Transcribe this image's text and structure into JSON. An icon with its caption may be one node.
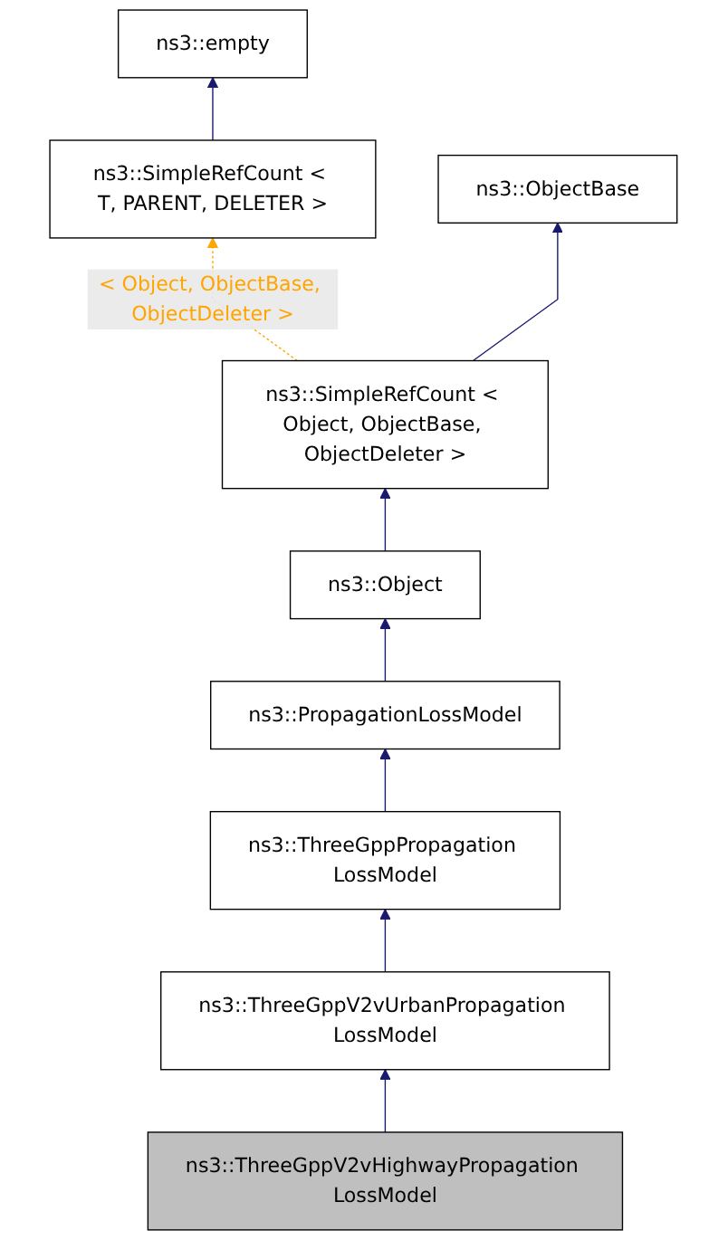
{
  "diagram": {
    "nodes": [
      {
        "text": [
          "ns3::empty"
        ]
      },
      {
        "text": [
          "ns3::SimpleRefCount < T, PARENT, DELETER >"
        ]
      },
      {
        "text": [
          "ns3::ObjectBase"
        ]
      },
      {
        "text": [
          "ns3::SimpleRefCount < Object, ObjectBase, ObjectDeleter >"
        ]
      },
      {
        "text": [
          "ns3::Object"
        ]
      },
      {
        "text": [
          "ns3::PropagationLossModel"
        ]
      },
      {
        "text": [
          "ns3::ThreeGppPropagation LossModel"
        ]
      },
      {
        "text": [
          "ns3::ThreeGppV2vUrbanPropagation LossModel"
        ]
      },
      {
        "text": [
          "ns3::ThreeGppV2vHighwayPropagation LossModel"
        ]
      }
    ],
    "edges": [
      {
        "from": 1,
        "to": 0,
        "arrow": "to"
      },
      {
        "from": 3,
        "to": 2,
        "arrow": "to"
      },
      {
        "from": 3,
        "to": 1,
        "arrow": "to",
        "label": "< Object, ObjectBase, ObjectDeleter >",
        "style": "dashed",
        "color": "#ffa500"
      },
      {
        "from": 4,
        "to": 3,
        "arrow": "to"
      },
      {
        "from": 5,
        "to": 4,
        "arrow": "to"
      },
      {
        "from": 6,
        "to": 5,
        "arrow": "to"
      },
      {
        "from": 7,
        "to": 6,
        "arrow": "to"
      },
      {
        "from": 8,
        "to": 7,
        "arrow": "to"
      }
    ]
  }
}
